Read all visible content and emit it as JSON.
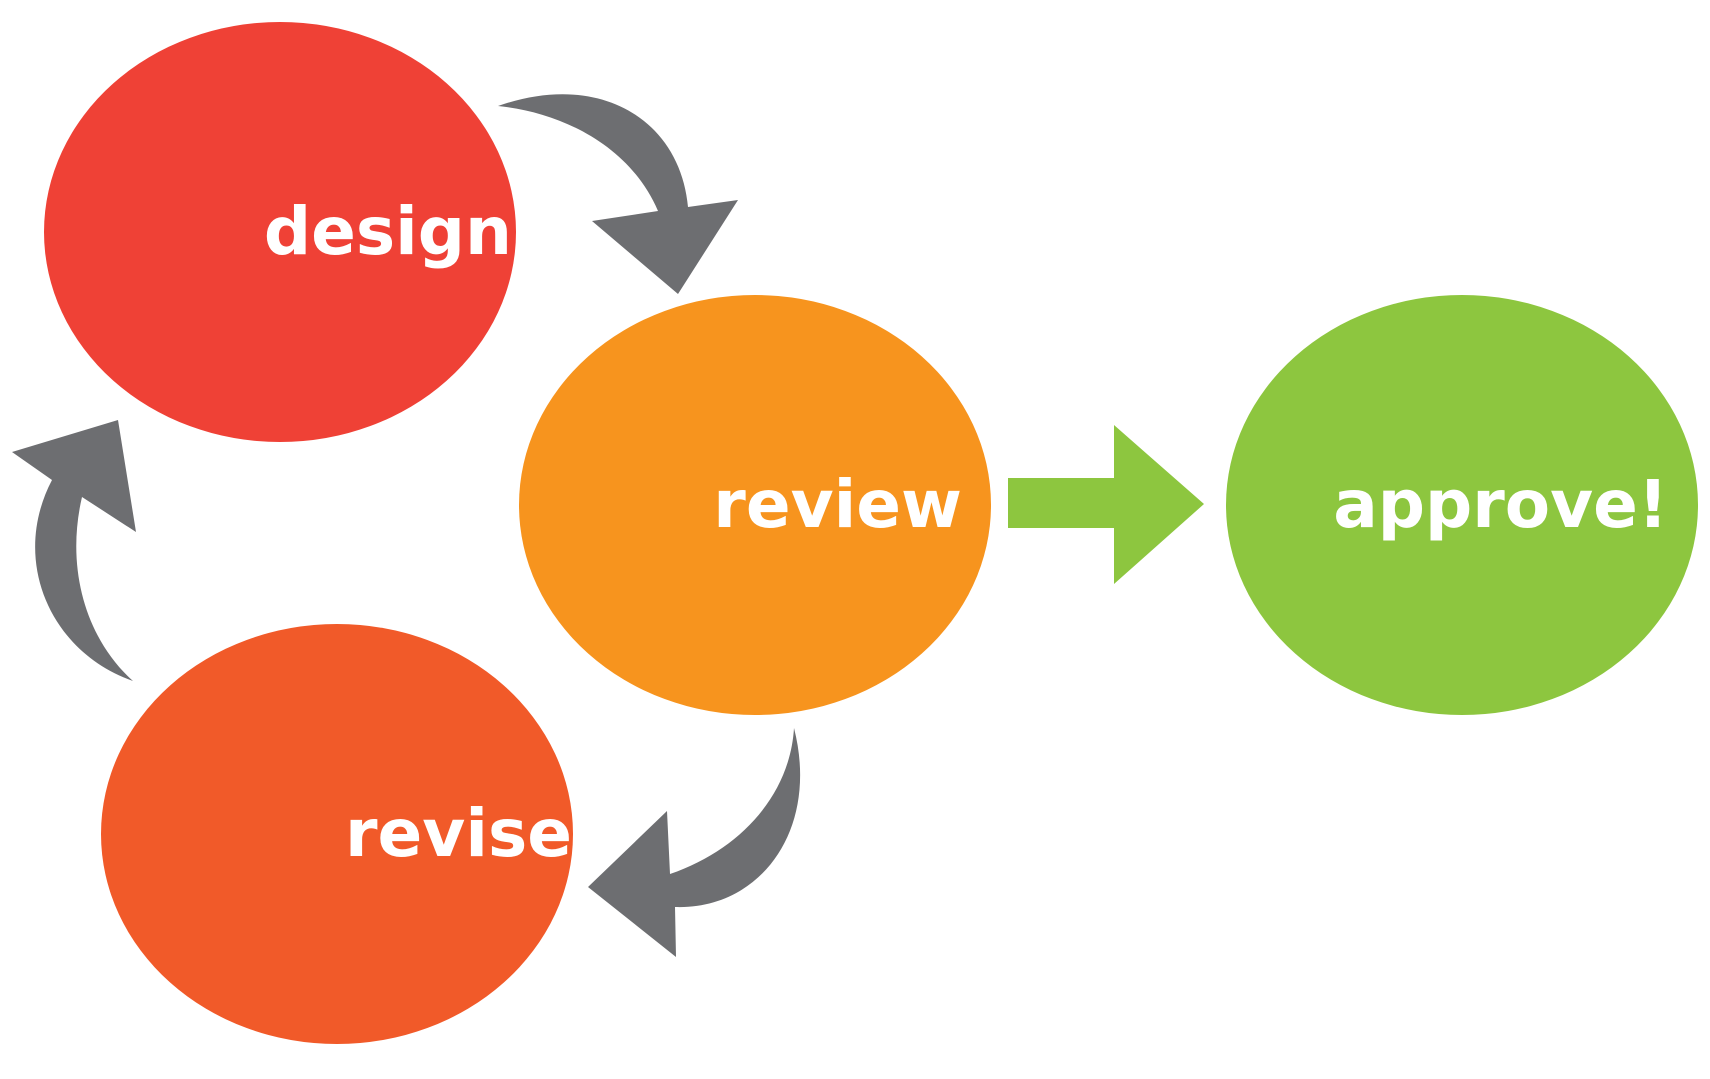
{
  "nodes": {
    "design": {
      "label": "design",
      "color": "#ef4136"
    },
    "review": {
      "label": "review",
      "color": "#f7941e"
    },
    "approve": {
      "label": "approve!",
      "color": "#8dc63f"
    },
    "revise": {
      "label": "revise",
      "color": "#f15a29"
    }
  },
  "arrows": {
    "cycle_color": "#6d6e71",
    "approve_color": "#8dc63f"
  }
}
